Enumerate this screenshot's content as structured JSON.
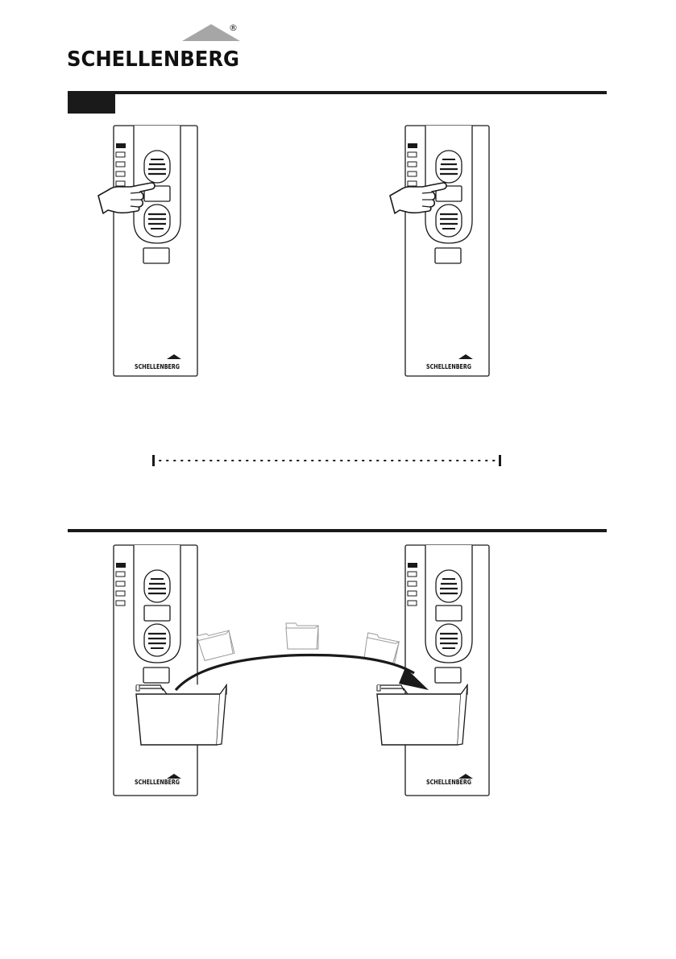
{
  "brand": {
    "name": "SCHELLENBERG",
    "registered_mark": "®",
    "roof_color": "#a6a6a6"
  },
  "remote": {
    "brand_label": "SCHELLENBERG",
    "channel_leds": 5,
    "active_led": 1
  },
  "colors": {
    "ink": "#1a1a1a",
    "section_rule": "#1a1a1a",
    "folder_ghost": "#9a9a9a"
  },
  "icons": {
    "hand": "pointing-hand-icon",
    "folder": "folder-icon",
    "transfer_arrow": "curved-arrow-icon",
    "distance": "dotted-distance-icon"
  }
}
